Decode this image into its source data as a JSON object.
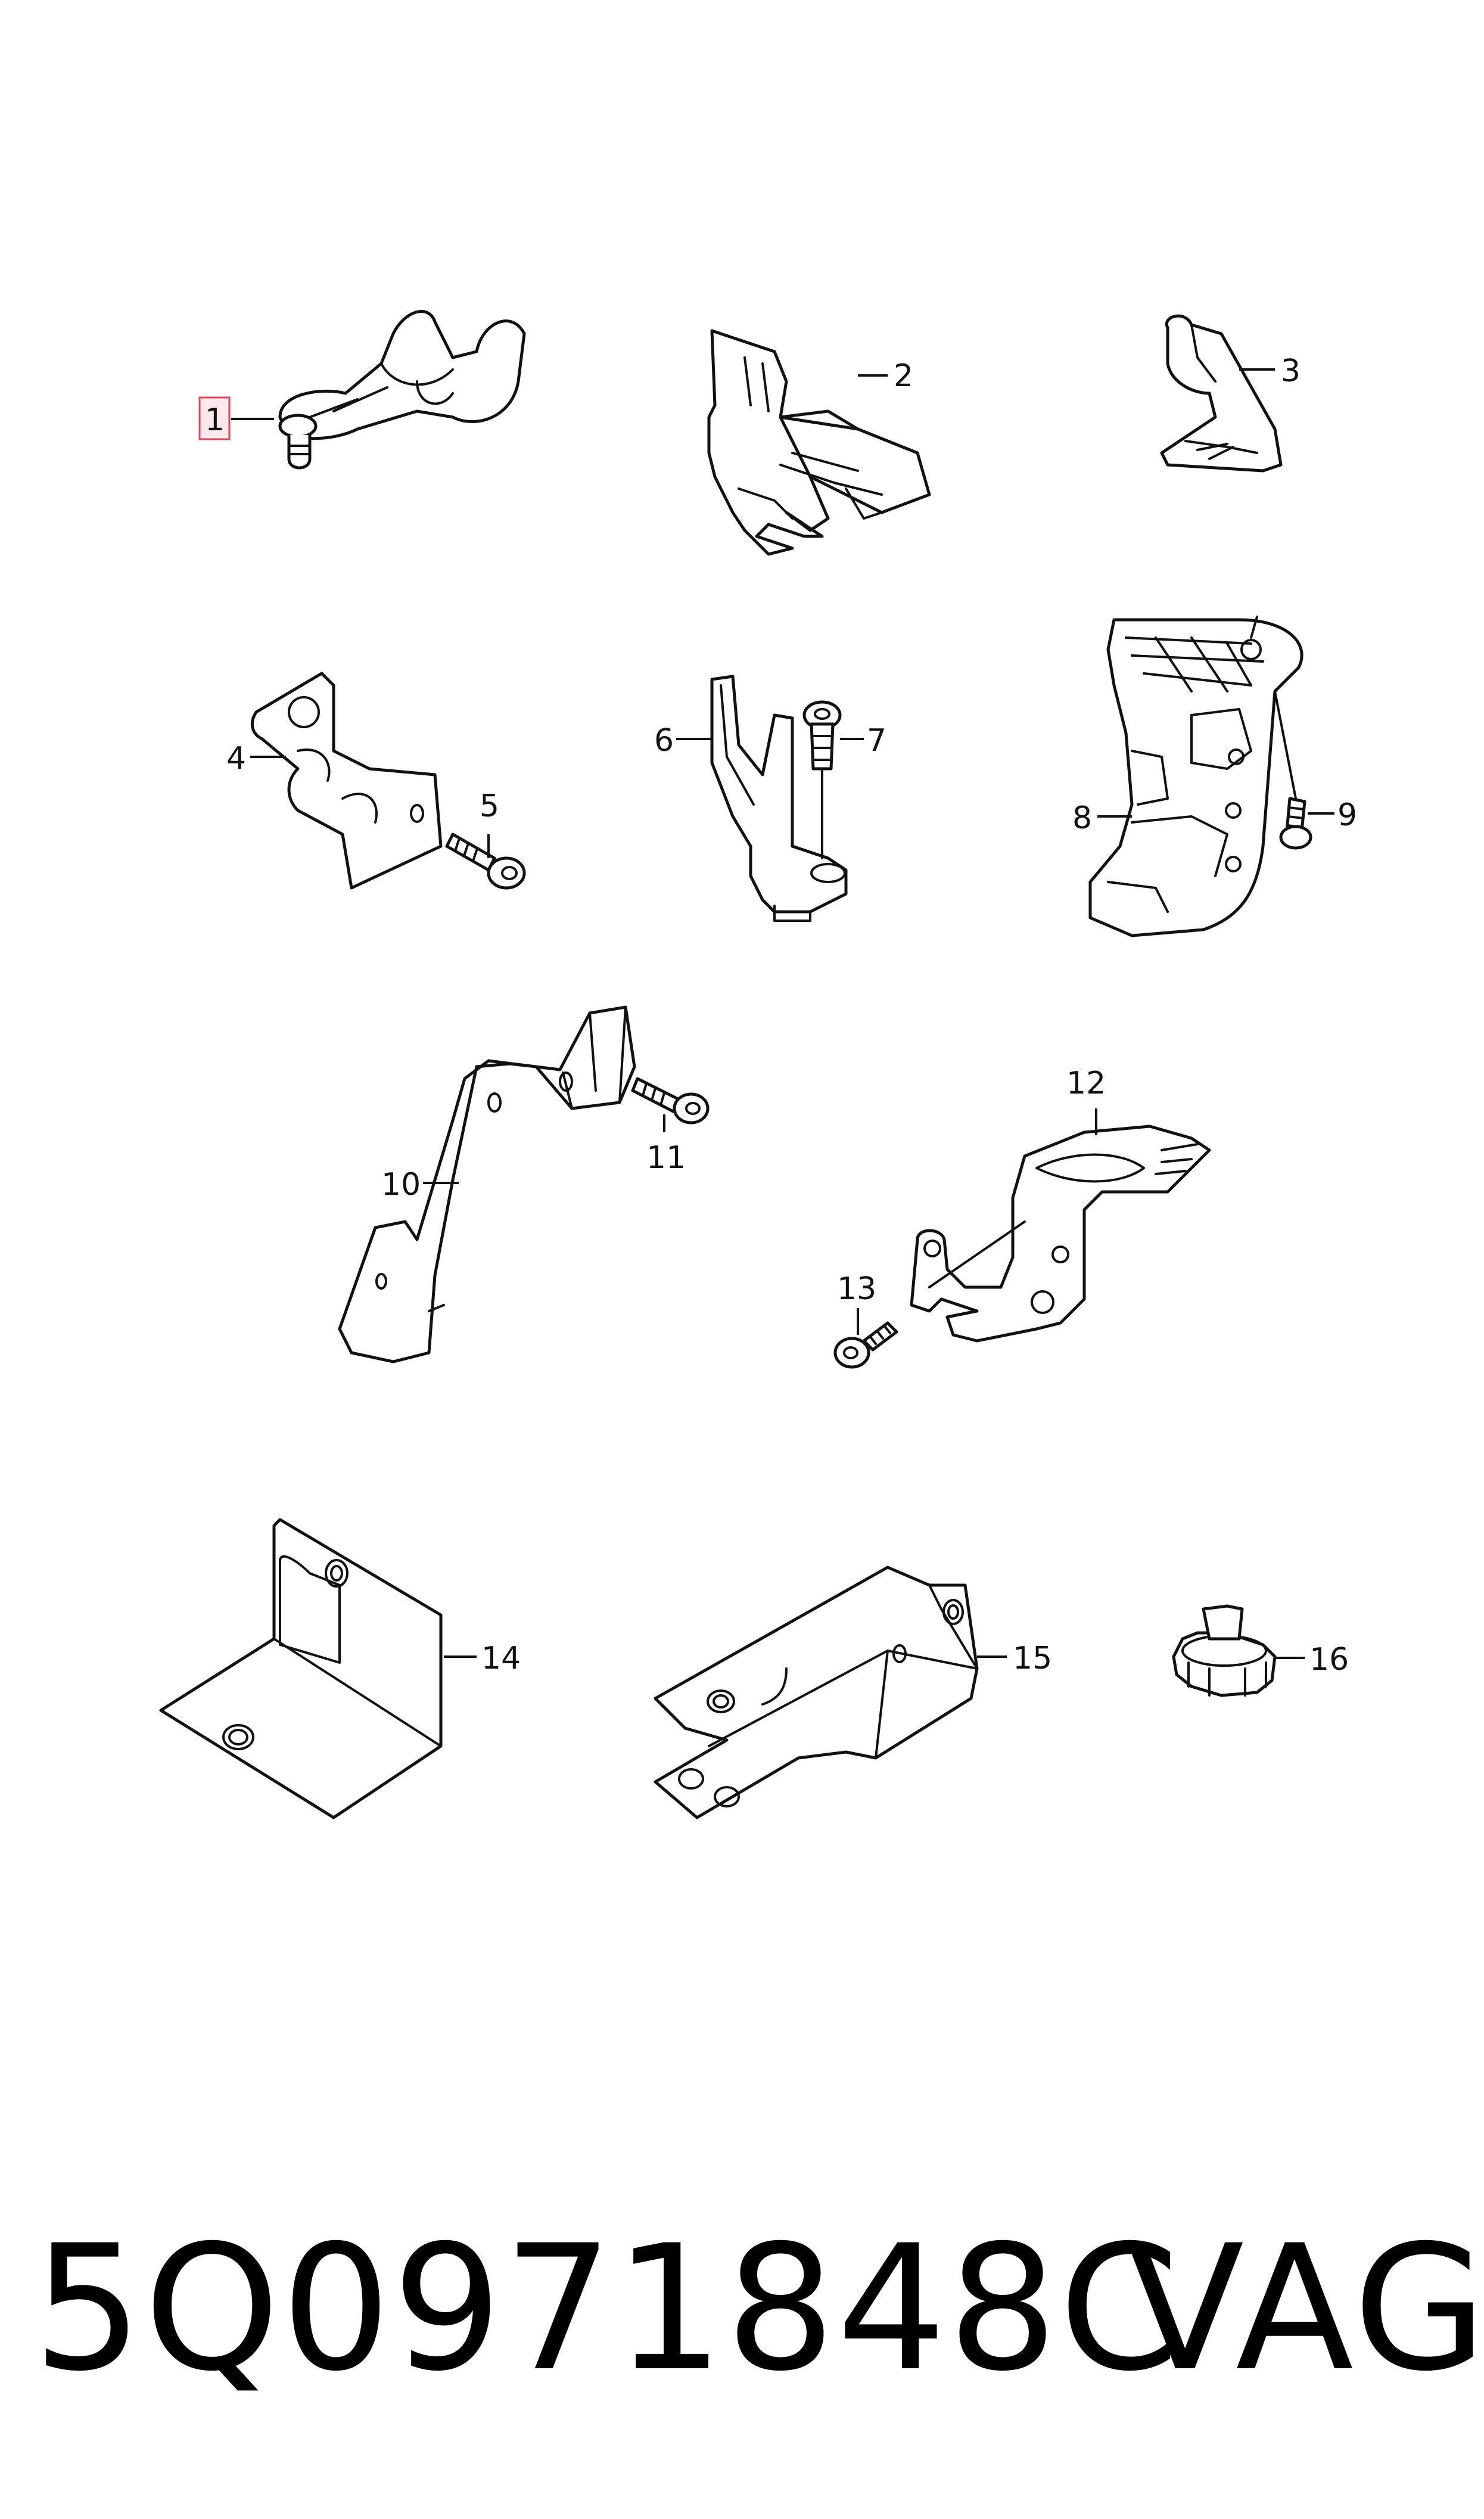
{
  "callouts": [
    "1",
    "2",
    "3",
    "4",
    "5",
    "6",
    "7",
    "8",
    "9",
    "10",
    "11",
    "12",
    "13",
    "14",
    "15",
    "16"
  ],
  "highlighted_callout": "1",
  "footer": {
    "part_number": "5Q0971848C",
    "brand": "VAG"
  },
  "colors": {
    "line": "#111111",
    "highlight_fill": "#fde8ec",
    "highlight_border": "#e0475f"
  }
}
